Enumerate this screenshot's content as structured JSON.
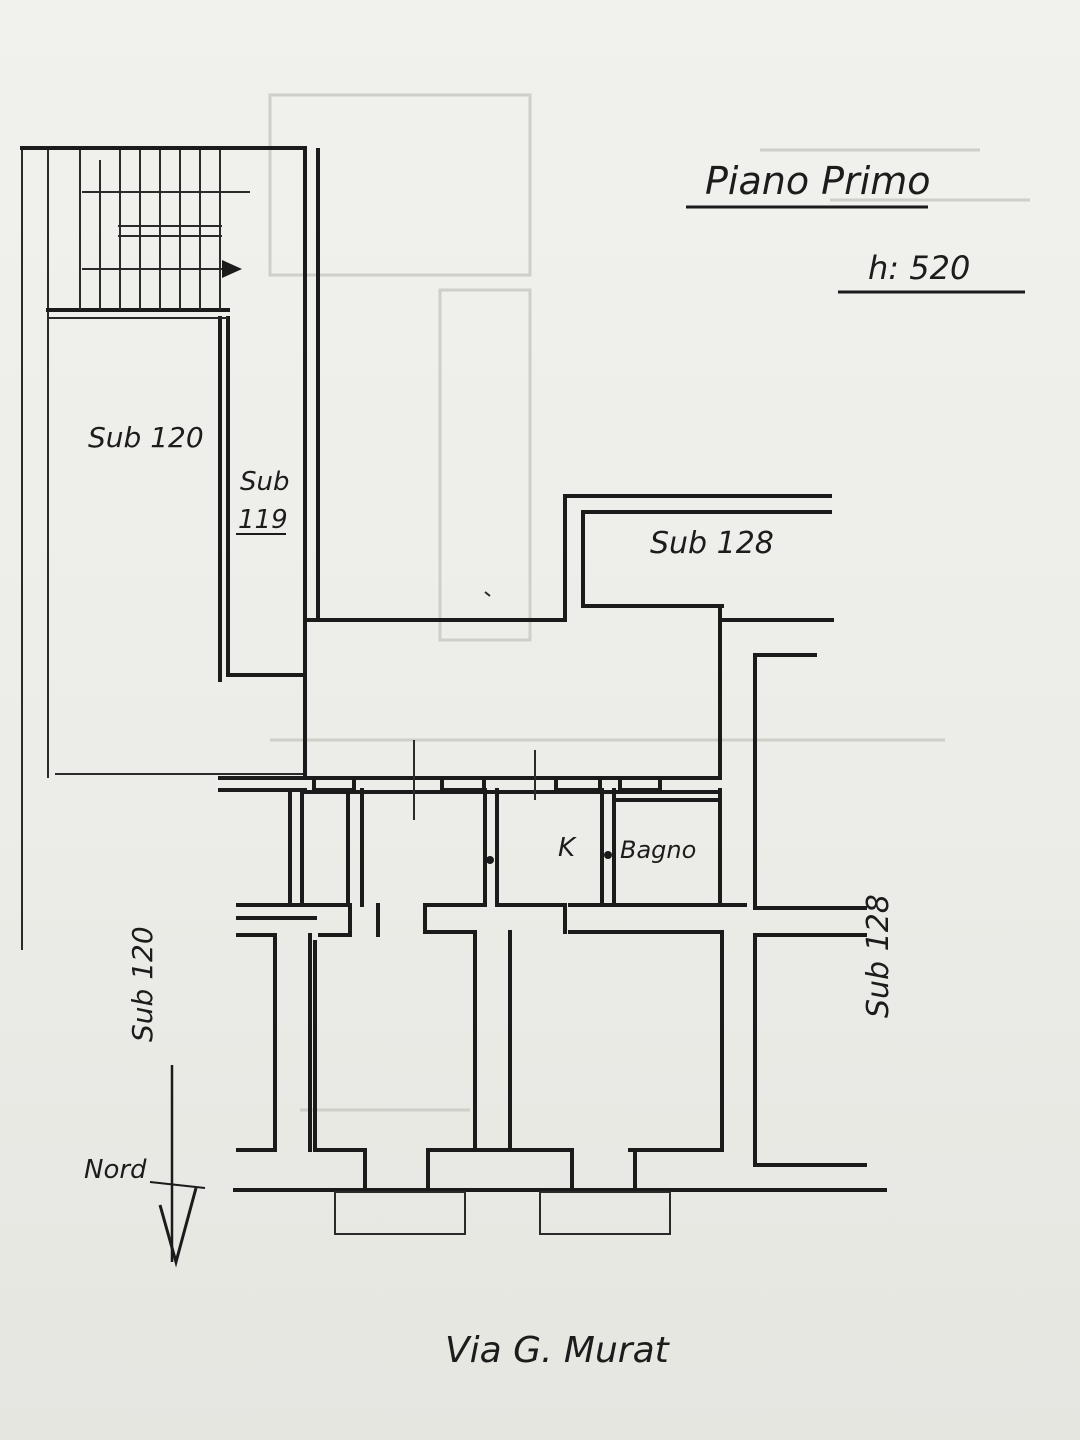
{
  "title": "Piano Primo",
  "height_label": "h: 520",
  "rooms": {
    "sub120_top": "Sub 120",
    "sub119_word": "Sub",
    "sub119_number": "119",
    "sub128_top": "Sub 128",
    "kitchen": "K",
    "bathroom": "Bagno",
    "sub120_side": "Sub 120",
    "sub128_side": "Sub 128"
  },
  "compass_label": "Nord",
  "street": "Via G. Murat",
  "colors": {
    "ink": "#1b1b1b",
    "paper": "#eeeeea",
    "ghost": "#cfcfca"
  }
}
